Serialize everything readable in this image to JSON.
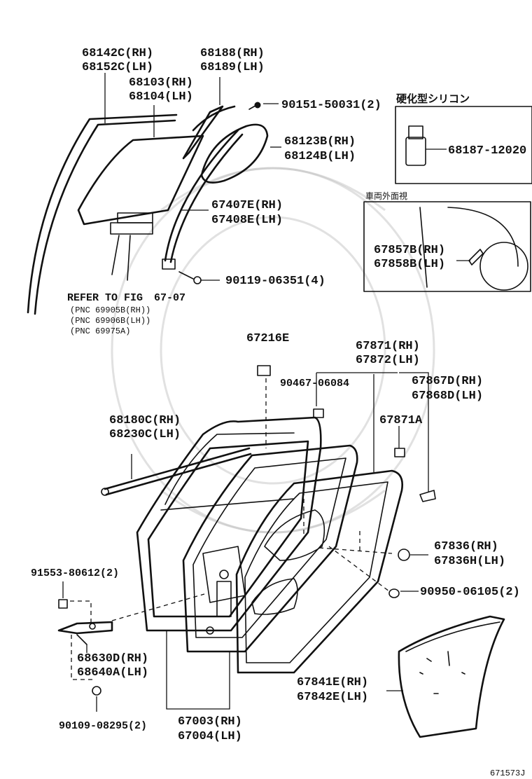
{
  "diagram_id": "671573J",
  "labels": {
    "l68142C": "68142C(RH)",
    "l68152C": "68152C(LH)",
    "l68188": "68188(RH)",
    "l68189": "68189(LH)",
    "l68103": "68103(RH)",
    "l68104": "68104(LH)",
    "l90151": "90151-50031(2)",
    "lSilicone": "硬化型シリコン",
    "l68187": "68187-12020",
    "l68123B": "68123B(RH)",
    "l68124B": "68124B(LH)",
    "lExterior": "車両外面視",
    "l67407E": "67407E(RH)",
    "l67408E": "67408E(LH)",
    "l67857B": "67857B(RH)",
    "l67858B": "67858B(LH)",
    "l90119": "90119-06351(4)",
    "lRefer": "REFER TO FIG",
    "lRefFig": "67-07",
    "lPnc1": "(PNC 69905B(RH))",
    "lPnc2": "(PNC 69906B(LH))",
    "lPnc3": "(PNC 69975A)",
    "l67216E": "67216E",
    "l67871RH": "67871(RH)",
    "l67872": "67872(LH)",
    "l90467": "90467-06084",
    "l67867D": "67867D(RH)",
    "l67868D": "67868D(LH)",
    "l68180C": "68180C(RH)",
    "l68230C": "68230C(LH)",
    "l67871A": "67871A",
    "l67836RH": "67836(RH)",
    "l67836H": "67836H(LH)",
    "l91553": "91553-80612(2)",
    "l90950": "90950-06105(2)",
    "l68630D": "68630D(RH)",
    "l68640A": "68640A(LH)",
    "l67841E": "67841E(RH)",
    "l67842E": "67842E(LH)",
    "l90109": "90109-08295(2)",
    "l67003": "67003(RH)",
    "l67004": "67004(LH)"
  }
}
